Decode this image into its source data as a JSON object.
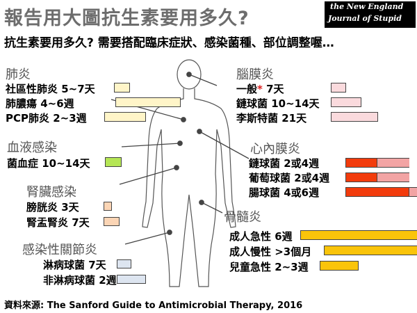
{
  "header": {
    "title": "報告用大圖抗生素要用多久?",
    "subtitle": "抗生素要用多久? 需要搭配臨床症狀、感染菌種、部位調整喔…",
    "logo_line1": "the New England",
    "logo_line2": "Journal of Stupid"
  },
  "colors": {
    "lung": "#fff5c8",
    "meninges": "#fadadd",
    "blood": "#b5e655",
    "kidney": "#fbd5b5",
    "joint": "#dde5f0",
    "endo_red": "#f23b0c",
    "endo_pink": "#f2a4a4",
    "bone": "#fac40a"
  },
  "sections": {
    "lung": {
      "label": "肺炎",
      "items": [
        {
          "text": "社區性肺炎 5~7天"
        },
        {
          "text": "肺膿瘍 4~6週"
        },
        {
          "text": "PCP肺炎 2~3週"
        }
      ]
    },
    "blood": {
      "label": "血液感染",
      "items": [
        {
          "text": "菌血症 10~14天"
        }
      ]
    },
    "kidney": {
      "label": "腎臟感染",
      "items": [
        {
          "text": "膀胱炎 3天"
        },
        {
          "text": "腎盂腎炎 7天"
        }
      ]
    },
    "joint": {
      "label": "感染性關節炎",
      "items": [
        {
          "text": "淋病球菌 7天"
        },
        {
          "text": "非淋病球菌 2週"
        }
      ]
    },
    "meninges": {
      "label": "腦膜炎",
      "items": [
        {
          "text_a": "一般",
          "star": "*",
          "text_b": " 7天"
        },
        {
          "text": "鏈球菌 10~14天"
        },
        {
          "text": "李斯特菌 21天"
        }
      ]
    },
    "endo": {
      "label": "心內膜炎",
      "items": [
        {
          "text": "鏈球菌 2或4週"
        },
        {
          "text": "葡萄球菌 2或4週"
        },
        {
          "text": "腸球菌 4或6週"
        }
      ]
    },
    "bone": {
      "label": "骨髓炎",
      "items": [
        {
          "text": "成人急性 6週"
        },
        {
          "text": "成人慢性 >3個月"
        },
        {
          "text": "兒童急性 2~3週"
        }
      ]
    }
  },
  "source": "資料來源: The Sanford Guide to Antimicrobial Therapy, 2016"
}
